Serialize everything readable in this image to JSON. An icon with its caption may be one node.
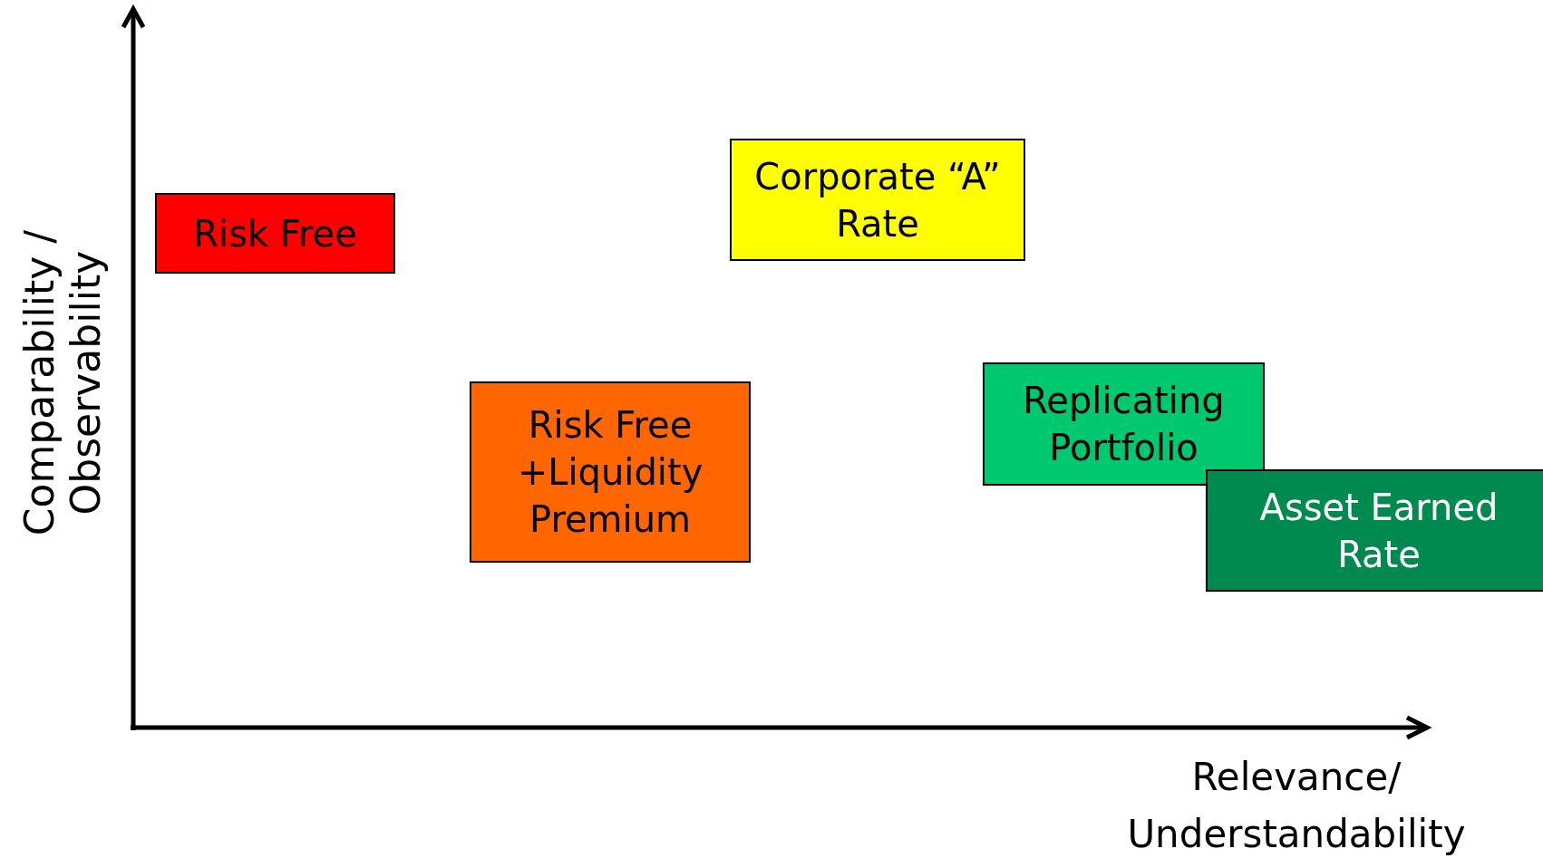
{
  "diagram": {
    "nodes": [
      {
        "text": [
          "Risk Free"
        ]
      },
      {
        "text": [
          "Corporate “A” Rate"
        ]
      },
      {
        "text": [
          "Risk Free +Liquidity Premium"
        ]
      },
      {
        "text": [
          "Replicating Portfolio"
        ]
      },
      {
        "text": [
          "Asset Earned Rate"
        ]
      }
    ],
    "labels": [
      "Comparability / Observability",
      "Relevance/ Understandability"
    ]
  }
}
